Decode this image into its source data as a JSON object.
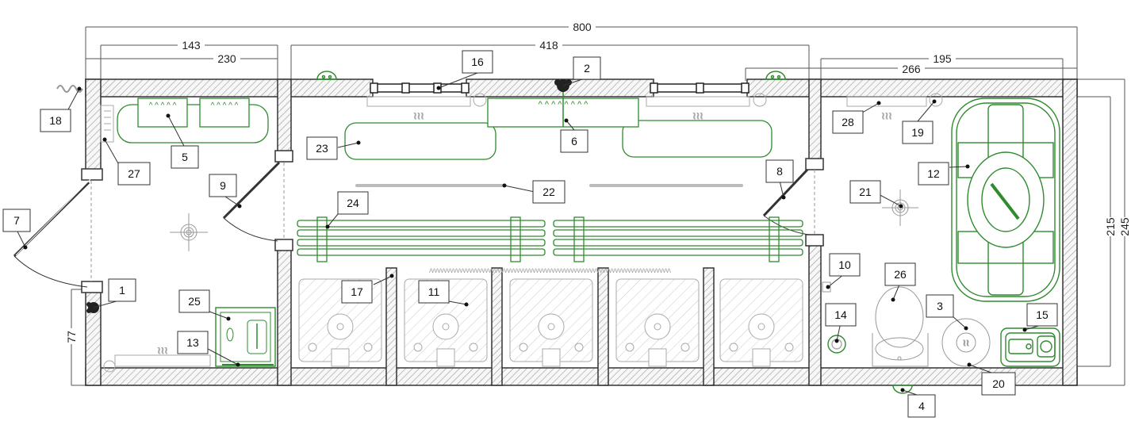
{
  "dimensions": {
    "total_length": "800",
    "left_room_inner": "143",
    "left_room_outer": "230",
    "middle_span": "418",
    "right_room_inner": "195",
    "right_room_outer": "266",
    "height_inner": "215",
    "height_outer": "245",
    "door_offset": "77"
  },
  "callouts": {
    "c1": "1",
    "c2": "2",
    "c3": "3",
    "c4": "4",
    "c5": "5",
    "c6": "6",
    "c7": "7",
    "c8": "8",
    "c9": "9",
    "c10": "10",
    "c11": "11",
    "c12": "12",
    "c13": "13",
    "c14": "14",
    "c15": "15",
    "c16": "16",
    "c17": "17",
    "c18": "18",
    "c19": "19",
    "c20": "20",
    "c21": "21",
    "c22": "22",
    "c23": "23",
    "c24": "24",
    "c25": "25",
    "c26": "26",
    "c27": "27",
    "c28": "28"
  },
  "colors": {
    "equipment": "#2e8b2e",
    "wall_outline": "#333333",
    "wall_fill": "#f4f4f4",
    "fixture_gray": "#aaaaaa"
  }
}
